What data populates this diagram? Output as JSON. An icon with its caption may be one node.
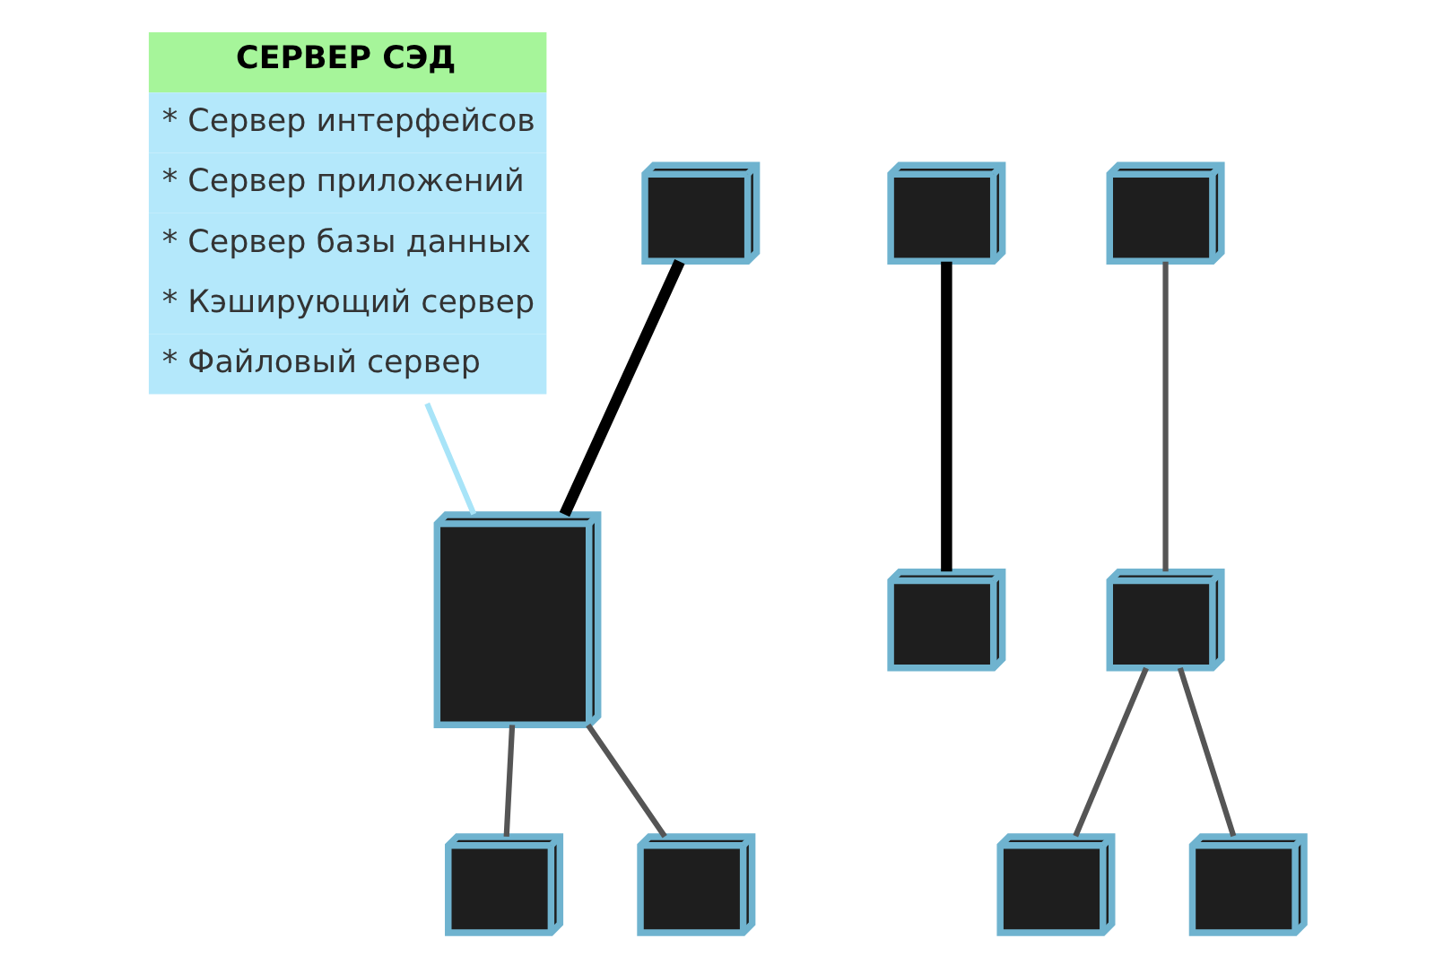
{
  "diagram": {
    "nodes": [
      {
        "text": [
          "СЕРВЕР СЭД",
          "* Сервер интерфейсов",
          "* Сервер приложений",
          "* Сервер базы данных",
          "* Кэширующий сервер",
          "* Файловый сервер"
        ]
      },
      {
        "text": [],
        "shape": "picture"
      },
      {
        "text": [],
        "shape": "picture"
      },
      {
        "text": [],
        "shape": "picture"
      },
      {
        "text": [],
        "shape": "picture"
      },
      {
        "text": [],
        "shape": "picture"
      },
      {
        "text": [],
        "shape": "picture"
      },
      {
        "text": [],
        "shape": "picture"
      },
      {
        "text": [],
        "shape": "picture"
      },
      {
        "text": [],
        "shape": "picture"
      },
      {
        "text": [],
        "shape": "picture"
      }
    ],
    "edges": [
      {
        "from": 0,
        "to": 1,
        "arrow": "none",
        "color": "#a8e4f8"
      },
      {
        "from": 2,
        "to": 4,
        "arrow": "none",
        "style": "thick",
        "color": "#000000"
      },
      {
        "from": 3,
        "to": 1,
        "arrow": "none",
        "style": "thick",
        "color": "#000000"
      },
      {
        "from": 1,
        "to": 6,
        "arrow": "none"
      },
      {
        "from": 5,
        "to": 7,
        "arrow": "none"
      },
      {
        "from": 1,
        "to": 9,
        "arrow": "none"
      },
      {
        "from": 7,
        "to": 8,
        "arrow": "none"
      },
      {
        "from": 7,
        "to": 10,
        "arrow": "none"
      }
    ]
  }
}
